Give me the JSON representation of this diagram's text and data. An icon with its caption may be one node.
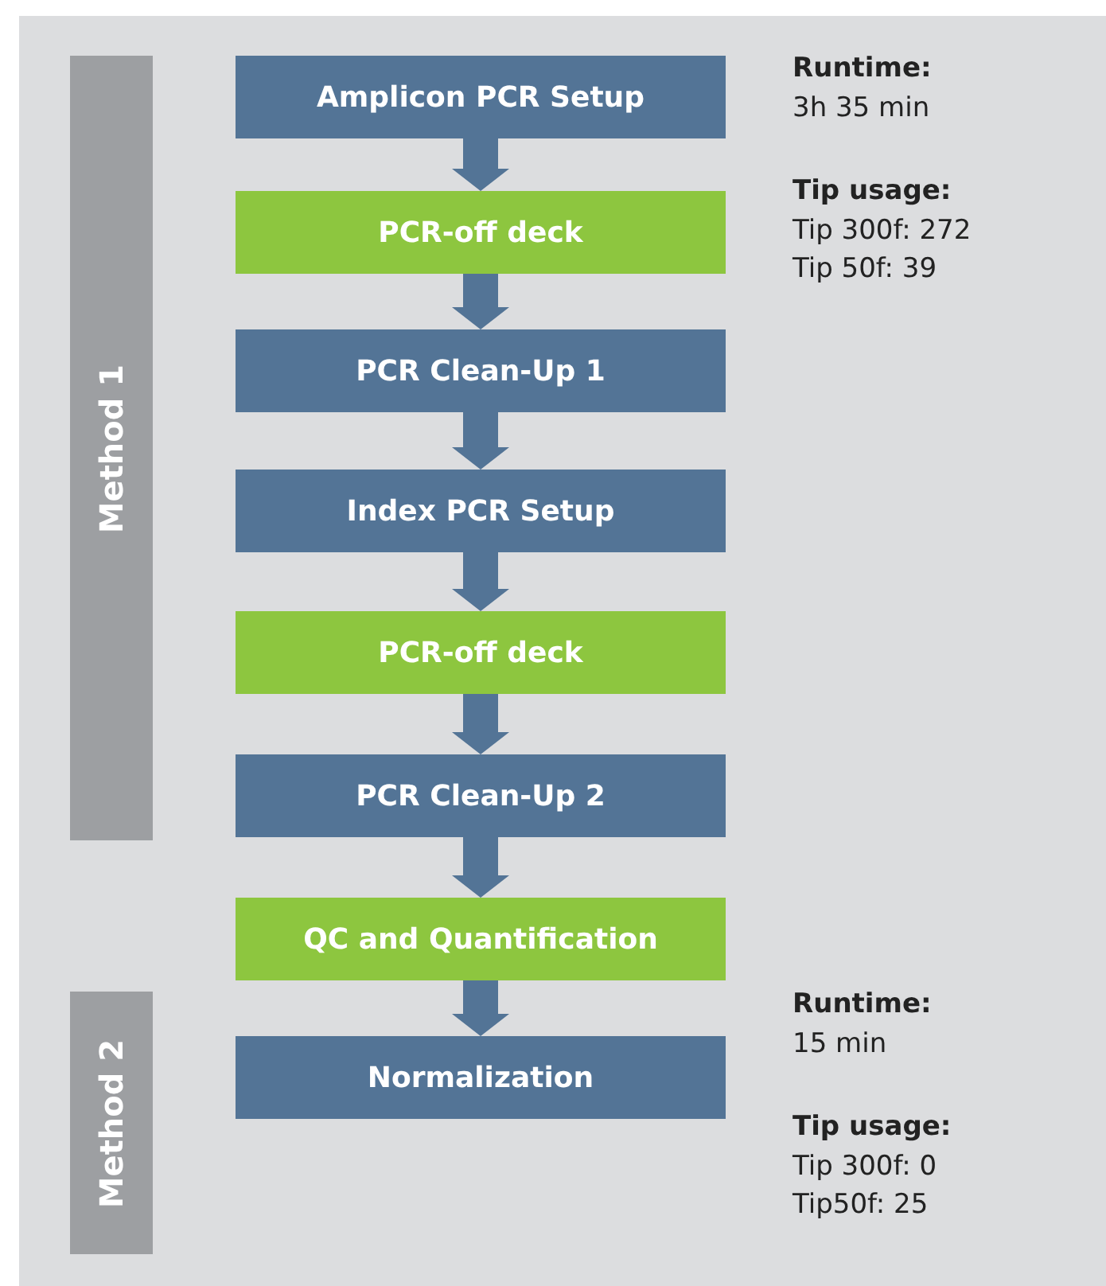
{
  "diagram": {
    "nodes": [
      {
        "text": [
          "Method 1"
        ]
      },
      {
        "text": [
          "Method 2"
        ]
      },
      {
        "text": [
          "Amplicon PCR Setup"
        ]
      },
      {
        "text": [
          "PCR-off deck"
        ]
      },
      {
        "text": [
          "PCR Clean-Up 1"
        ]
      },
      {
        "text": [
          "Index PCR Setup"
        ]
      },
      {
        "text": [
          "PCR-off deck"
        ]
      },
      {
        "text": [
          "PCR Clean-Up 2"
        ]
      },
      {
        "text": [
          "QC and Quantification"
        ]
      },
      {
        "text": [
          "Normalization"
        ]
      }
    ],
    "edges": [
      {
        "from": 2,
        "to": 3,
        "arrow": "to"
      },
      {
        "from": 3,
        "to": 4,
        "arrow": "to"
      },
      {
        "from": 4,
        "to": 5,
        "arrow": "to"
      },
      {
        "from": 5,
        "to": 6,
        "arrow": "to"
      },
      {
        "from": 6,
        "to": 7,
        "arrow": "to"
      },
      {
        "from": 7,
        "to": 8,
        "arrow": "to"
      },
      {
        "from": 8,
        "to": 9,
        "arrow": "to"
      }
    ],
    "labels": [
      "Runtime:",
      "3h 35 min",
      "Tip usage:",
      "Tip 300f: 272",
      "Tip 50f: 39",
      "Runtime:",
      "15 min",
      "Tip usage:",
      "Tip 300f: 0",
      "Tip50f: 25"
    ]
  }
}
